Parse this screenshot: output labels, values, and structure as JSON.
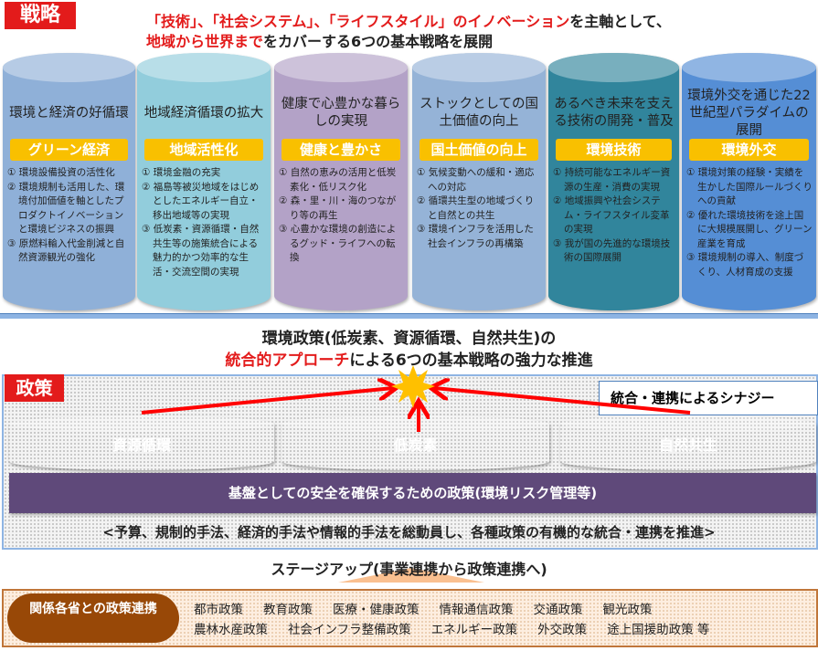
{
  "strategy_label": "戦略",
  "headline": {
    "line1_red": "「技術」、「社会システム」、「ライフスタイル」のイノベーション",
    "line1_black": "を主軸として、",
    "line2_red": "地域から世界まで",
    "line2_black": "をカバーする6つの基本戦略を展開"
  },
  "pillars": [
    {
      "title": "環境と経済の好循環",
      "badge": "グリーン経済",
      "items": [
        "① 環境設備投資の活性化",
        "② 環境規制も活用した、環境付加価値を軸としたプロダクトイノベーションと環境ビジネスの振興",
        "③ 原燃料輸入代金削減と自然資源観光の強化"
      ],
      "color": "#8fb0d8"
    },
    {
      "title": "地域経済循環の拡大",
      "badge": "地域活性化",
      "items": [
        "① 環境金融の充実",
        "② 福島等被災地域をはじめとしたエネルギー自立・移出地域等の実現",
        "③ 低炭素・資源循環・自然共生等の施策統合による魅力的かつ効率的な生活・交流空間の実現"
      ],
      "color": "#92cddc"
    },
    {
      "title": "健康で心豊かな暮らしの実現",
      "badge": "健康と豊かさ",
      "items": [
        "① 自然の恵みの活用と低炭素化・低リスク化",
        "② 森・里・川・海のつながり等の再生",
        "③ 心豊かな環境の創造によるグッド・ライフへの転換"
      ],
      "color": "#b3a2c7"
    },
    {
      "title": "ストックとしての国土価値の向上",
      "badge": "国土価値の向上",
      "items": [
        "① 気候変動への緩和・適応への対応",
        "② 循環共生型の地域づくりと自然との共生",
        "③ 環境インフラを活用した社会インフラの再構築"
      ],
      "color": "#95b3d7"
    },
    {
      "title": "あるべき未来を支える技術の開発・普及",
      "badge": "環境技術",
      "items": [
        "① 持続可能なエネルギー資源の生産・消費の実現",
        "② 地域振興や社会システム・ライフスタイル変革の実現",
        "③ 我が国の先進的な環境技術の国際展開"
      ],
      "color": "#31859c"
    },
    {
      "title": "環境外交を通じた22世紀型パラダイムの展開",
      "badge": "環境外交",
      "items": [
        "① 環境対策の経験・実績を生かした国際ルールづくりへの貢献",
        "② 優れた環境技術を途上国に大規模展開し、グリーン産業を育成",
        "③ 環境規制の導入、制度づくり、人材育成の支援"
      ],
      "color": "#558ed5"
    }
  ],
  "integration": {
    "line1": "環境政策(低炭素、資源循環、自然共生)の",
    "line2_red": "統合的アプローチ",
    "line2_black": "による6つの基本戦略の強力な推進"
  },
  "policy_label": "政策",
  "synergy": "統合・連携によるシナジー",
  "policies": [
    {
      "label": "資源循環",
      "color": "#953735"
    },
    {
      "label": "低炭素",
      "color": "#558ed5"
    },
    {
      "label": "自然共生",
      "color": "#77933c"
    }
  ],
  "base_policy": "基盤としての安全を確保するための政策(環境リスク管理等)",
  "means": "<予算、規制的手法、経済的手法や情報的手法を総動員し、各種政策の有機的な統合・連携を推進>",
  "stage_up": "ステージアップ(事業連携から政策連携へ)",
  "ministries": {
    "label": "関係各省との政策連携",
    "row1": [
      "都市政策",
      "教育政策",
      "医療・健康政策",
      "情報通信政策",
      "交通政策",
      "観光政策"
    ],
    "row2": [
      "農林水産政策",
      "社会インフラ整備政策",
      "エネルギー政策",
      "外交政策",
      "途上国援助政策 等"
    ]
  }
}
